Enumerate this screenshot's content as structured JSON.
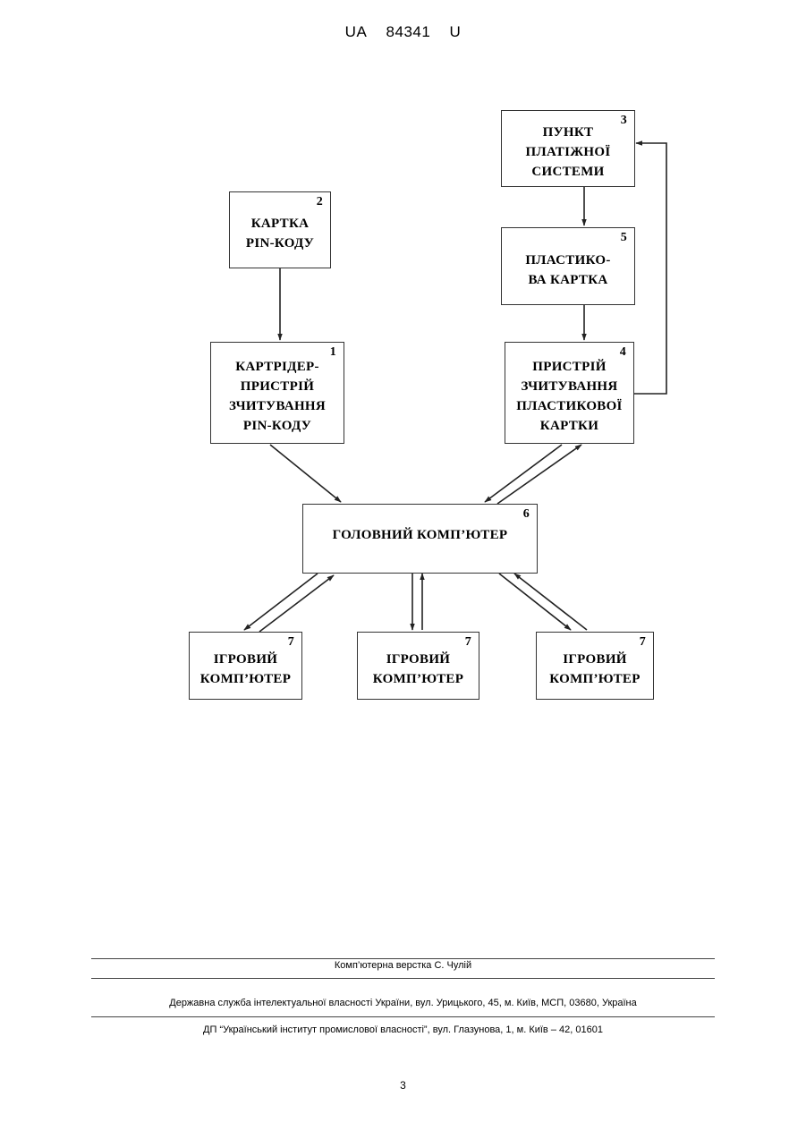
{
  "header": {
    "country_code": "UA",
    "patent_number": "84341",
    "kind_code": "U"
  },
  "diagram": {
    "nodes": [
      {
        "id": "b2",
        "number": "2",
        "label": "КАРТКА\nPIN-КОДУ"
      },
      {
        "id": "b1",
        "number": "1",
        "label": "КАРТРІДЕР-\nПРИСТРІЙ\nЗЧИТУВАННЯ\nPIN-КОДУ"
      },
      {
        "id": "b3",
        "number": "3",
        "label": "ПУНКТ\nПЛАТІЖНОЇ\nСИСТЕМИ"
      },
      {
        "id": "b5",
        "number": "5",
        "label": "ПЛАСТИКО-\nВА КАРТКА"
      },
      {
        "id": "b4",
        "number": "4",
        "label": "ПРИСТРІЙ\nЗЧИТУВАННЯ\nПЛАСТИКОВОЇ\nКАРТКИ"
      },
      {
        "id": "b6",
        "number": "6",
        "label": "ГОЛОВНИЙ КОМП’ЮТЕР"
      },
      {
        "id": "b7a",
        "number": "7",
        "label": "ІГРОВИЙ\nКОМП’ЮТЕР"
      },
      {
        "id": "b7b",
        "number": "7",
        "label": "ІГРОВИЙ\nКОМП’ЮТЕР"
      },
      {
        "id": "b7c",
        "number": "7",
        "label": "ІГРОВИЙ\nКОМП’ЮТЕР"
      }
    ],
    "edges": [
      {
        "from": "b2",
        "to": "b1"
      },
      {
        "from": "b3",
        "to": "b5"
      },
      {
        "from": "b5",
        "to": "b4"
      },
      {
        "from": "b4",
        "to": "b3"
      },
      {
        "from": "b1",
        "to": "b6"
      },
      {
        "from": "b4",
        "to": "b6"
      },
      {
        "from": "b6",
        "to": "b4"
      },
      {
        "from": "b6",
        "to": "b7a"
      },
      {
        "from": "b7a",
        "to": "b6"
      },
      {
        "from": "b6",
        "to": "b7b"
      },
      {
        "from": "b7b",
        "to": "b6"
      },
      {
        "from": "b6",
        "to": "b7c"
      },
      {
        "from": "b7c",
        "to": "b6"
      }
    ]
  },
  "footer": {
    "layout_credit": "Комп’ютерна верстка С. Чулій",
    "agency": "Державна служба інтелектуальної власності України, вул. Урицького, 45, м. Київ, МСП, 03680, Україна",
    "institute": "ДП “Український інститут промислової власності”, вул. Глазунова, 1, м. Київ – 42, 01601"
  },
  "page_number": "3"
}
